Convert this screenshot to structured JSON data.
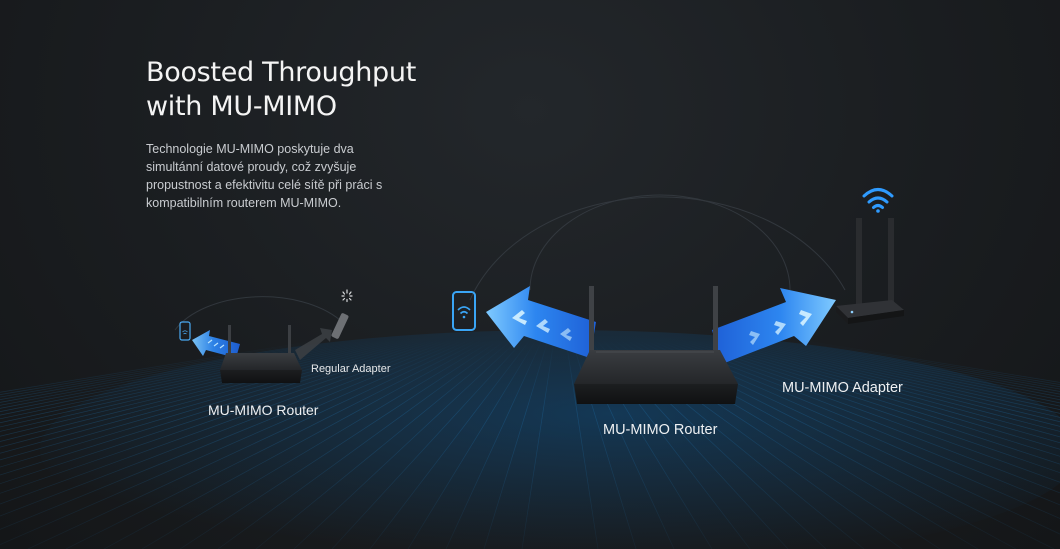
{
  "headline": {
    "title": "Boosted Throughput\nwith MU-MIMO",
    "description": "Technologie MU-MIMO poskytuje dva simultánní datové proudy, což zvyšuje propustnost a efektivitu celé sítě při práci s kompatibilním routerem MU-MIMO."
  },
  "left_scene": {
    "router_label": "MU-MIMO Router",
    "adapter_label": "Regular Adapter"
  },
  "right_scene": {
    "router_label": "MU-MIMO Router",
    "adapter_label": "MU-MIMO Adapter"
  },
  "colors": {
    "background": "#1a1d20",
    "accent_blue": "#2f9bff",
    "arrow_light": "#8fd2ff",
    "router_body": "#2b2d30",
    "grid_line": "#1d6fa8"
  },
  "icons": [
    "smartphone-icon",
    "wifi-icon",
    "loading-spinner-icon",
    "usb-adapter-icon",
    "router-icon"
  ]
}
